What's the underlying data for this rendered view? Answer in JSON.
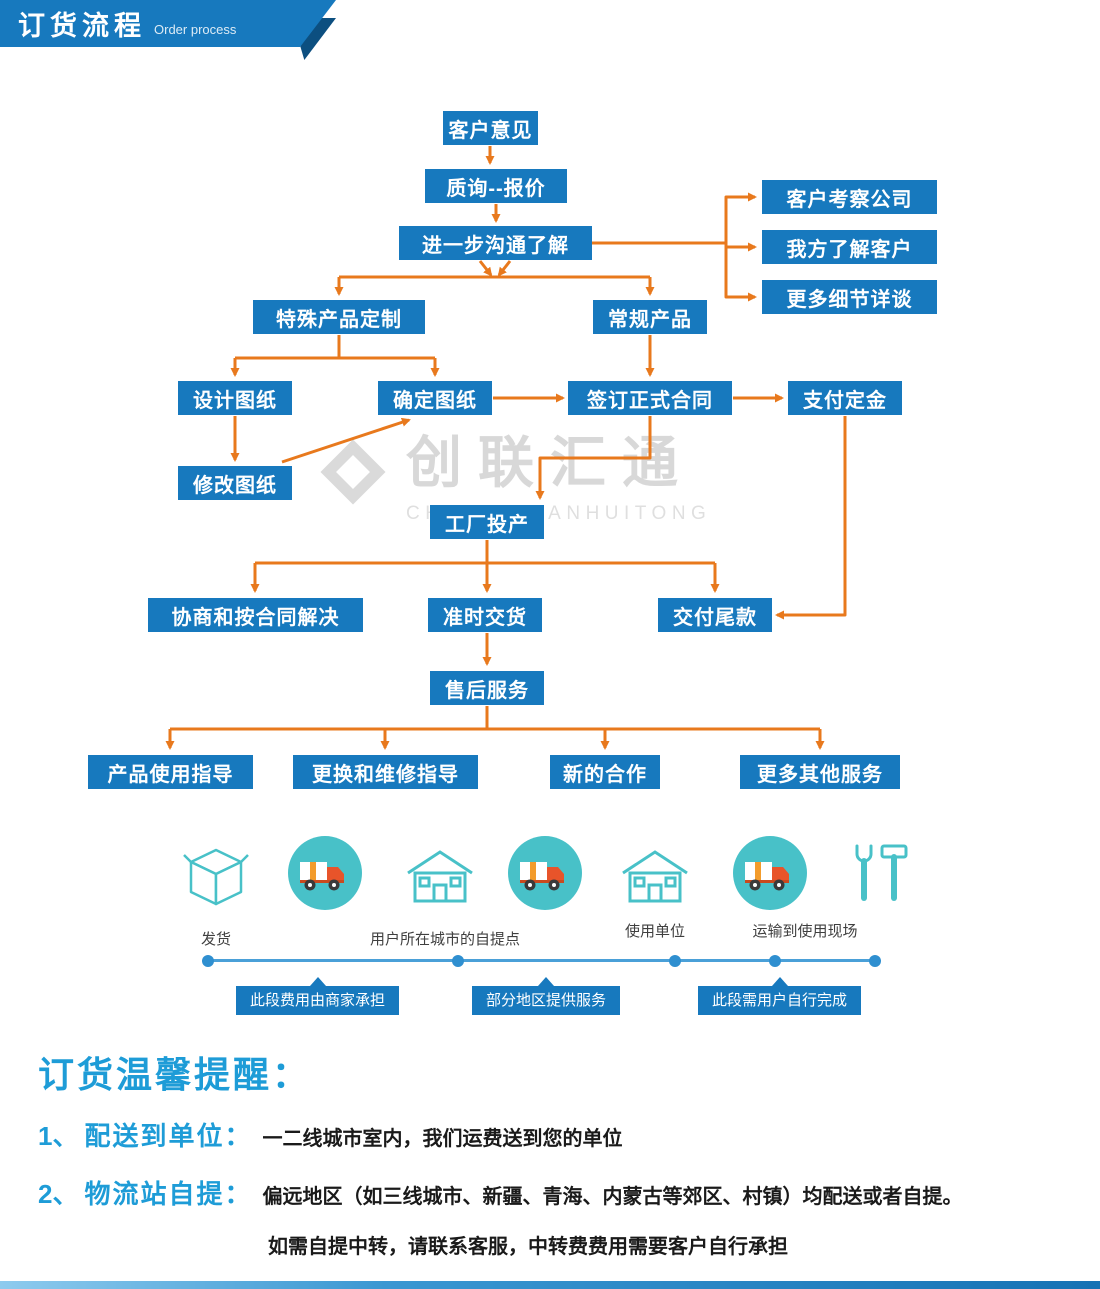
{
  "header": {
    "title": "订货流程",
    "subtitle": "Order process"
  },
  "watermark": {
    "text": "创联汇通",
    "subtext": "CHUANGLIANHUITONG"
  },
  "colors": {
    "primary_blue": "#1779be",
    "arrow_orange": "#e8791d",
    "teal": "#48c1c8",
    "truck_orange": "#e8542a",
    "heading_blue": "#1e9cd7",
    "fold_dark_blue": "#0c4f80"
  },
  "flowchart": {
    "nodes": {
      "customer_feedback": "客户意见",
      "inquiry_quote": "质询--报价",
      "further_communication": "进一步沟通了解",
      "customer_visit_company": "客户考察公司",
      "we_know_customer": "我方了解客户",
      "more_details_talk": "更多细节详谈",
      "special_custom_product": "特殊产品定制",
      "regular_product": "常规产品",
      "design_drawing": "设计图纸",
      "confirm_drawing": "确定图纸",
      "sign_formal_contract": "签订正式合同",
      "pay_deposit": "支付定金",
      "modify_drawing": "修改图纸",
      "factory_production": "工厂投产",
      "negotiate_per_contract": "协商和按合同解决",
      "on_time_delivery": "准时交货",
      "pay_balance": "交付尾款",
      "after_sales_service": "售后服务",
      "product_usage_guide": "产品使用指导",
      "replace_repair_guide": "更换和维修指导",
      "new_cooperation": "新的合作",
      "more_other_services": "更多其他服务"
    },
    "edges": [
      [
        "customer_feedback",
        "inquiry_quote"
      ],
      [
        "inquiry_quote",
        "further_communication"
      ],
      [
        "further_communication",
        "special_custom_product"
      ],
      [
        "further_communication",
        "regular_product"
      ],
      [
        "further_communication",
        "customer_visit_company"
      ],
      [
        "further_communication",
        "we_know_customer"
      ],
      [
        "further_communication",
        "more_details_talk"
      ],
      [
        "special_custom_product",
        "design_drawing"
      ],
      [
        "special_custom_product",
        "confirm_drawing"
      ],
      [
        "regular_product",
        "sign_formal_contract"
      ],
      [
        "design_drawing",
        "modify_drawing"
      ],
      [
        "modify_drawing",
        "confirm_drawing"
      ],
      [
        "confirm_drawing",
        "sign_formal_contract"
      ],
      [
        "sign_formal_contract",
        "pay_deposit"
      ],
      [
        "sign_formal_contract",
        "factory_production"
      ],
      [
        "pay_deposit",
        "pay_balance"
      ],
      [
        "factory_production",
        "negotiate_per_contract"
      ],
      [
        "factory_production",
        "on_time_delivery"
      ],
      [
        "factory_production",
        "pay_balance"
      ],
      [
        "on_time_delivery",
        "after_sales_service"
      ],
      [
        "after_sales_service",
        "product_usage_guide"
      ],
      [
        "after_sales_service",
        "replace_repair_guide"
      ],
      [
        "after_sales_service",
        "new_cooperation"
      ],
      [
        "after_sales_service",
        "more_other_services"
      ]
    ]
  },
  "logistics": {
    "labels": {
      "shipping": "发货",
      "pickup_point": "用户所在城市的自提点",
      "using_unit": "使用单位",
      "transport_to_site": "运输到使用现场"
    },
    "segments": {
      "merchant_pays": "此段费用由商家承担",
      "partial_service": "部分地区提供服务",
      "user_self": "此段需用户自行完成"
    }
  },
  "reminder": {
    "title": "订货温馨提醒：",
    "item1_num": "1、",
    "item1_label": "配送到单位：",
    "item1_text": "一二线城市室内，我们运费送到您的单位",
    "item2_num": "2、",
    "item2_label": "物流站自提：",
    "item2_text": "偏远地区（如三线城市、新疆、青海、内蒙古等郊区、村镇）均配送或者自提。",
    "note": "如需自提中转，请联系客服，中转费费用需要客户自行承担"
  }
}
